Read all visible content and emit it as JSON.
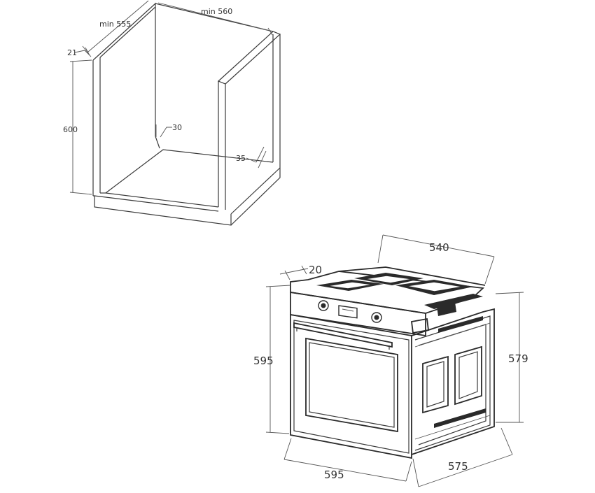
{
  "cabinet": {
    "labels": {
      "depth_min": "min 555",
      "width_min": "min 560",
      "panel_thickness": "21",
      "height": "600",
      "gap_back": "30",
      "gap_bottom": "35"
    }
  },
  "oven": {
    "labels": {
      "depth_top": "540",
      "front_offset": "20",
      "front_height": "595",
      "body_height": "579",
      "front_width": "595",
      "body_depth": "575"
    }
  }
}
